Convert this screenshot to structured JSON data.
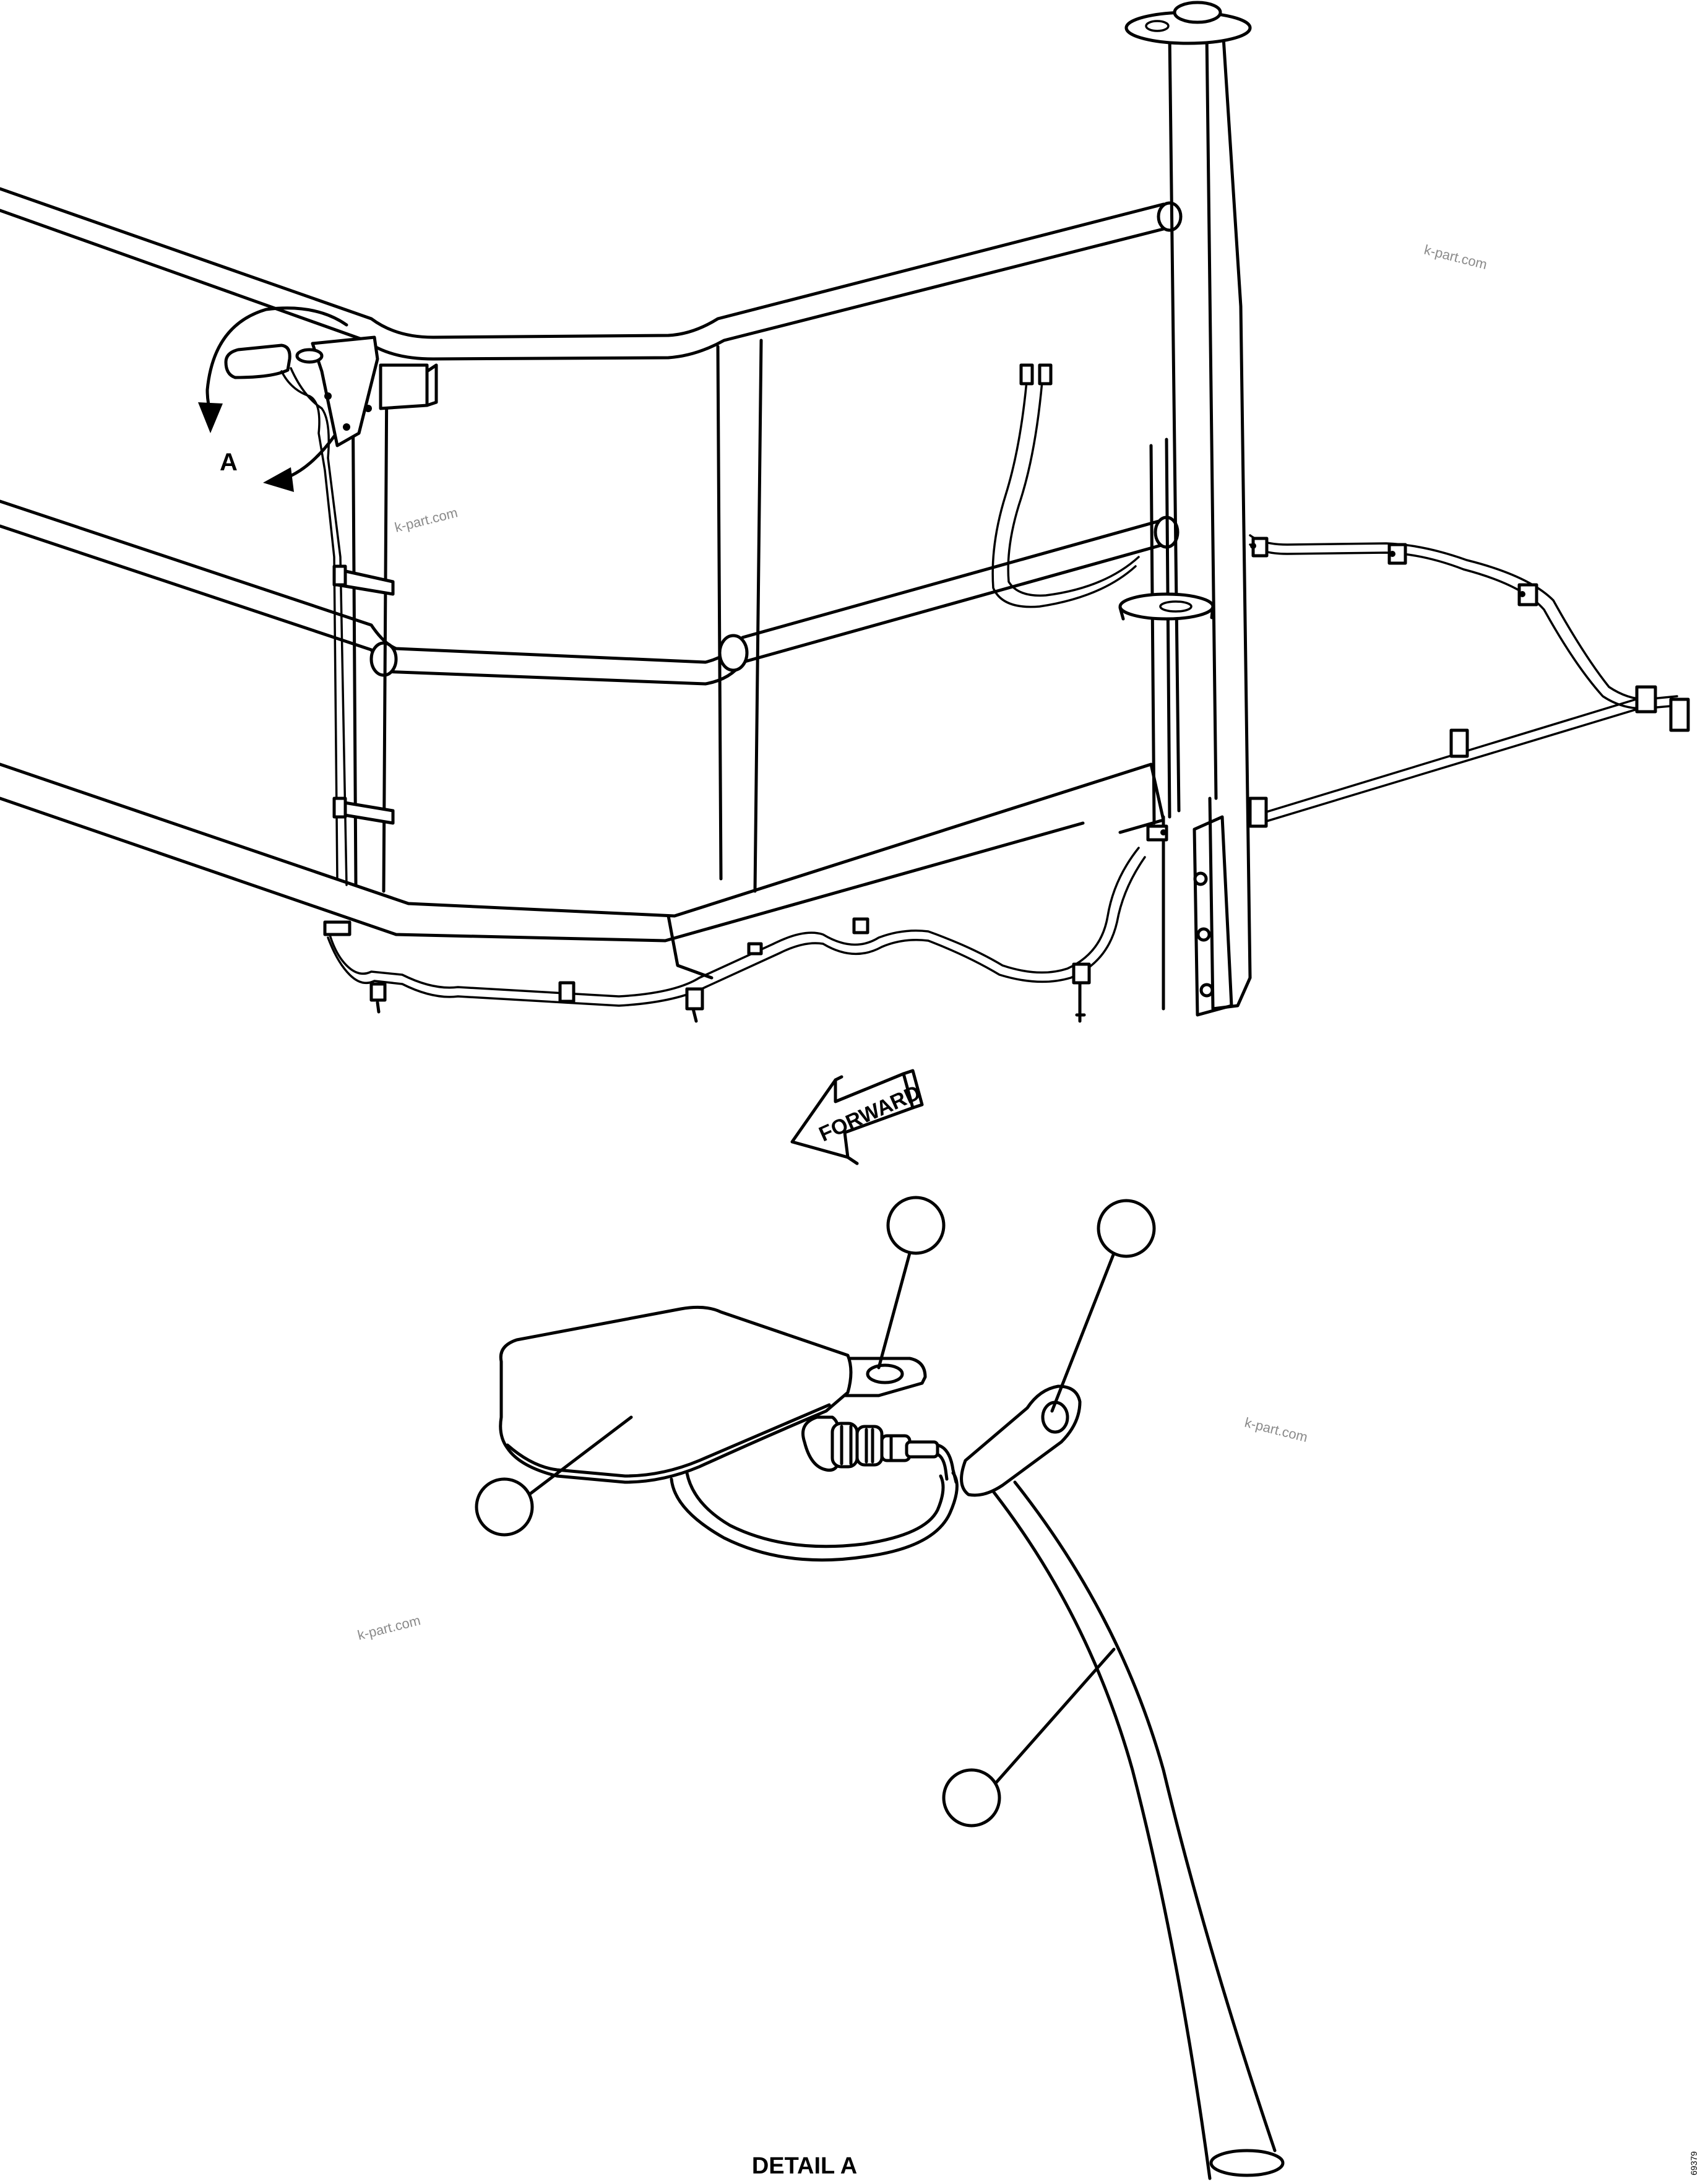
{
  "diagram": {
    "view_label": "A",
    "forward_arrow_label": "FORWARD",
    "detail_caption": "DETAIL A",
    "figure_code": "69379",
    "watermark": "k-part.com",
    "callouts": [
      "",
      "",
      "",
      ""
    ]
  }
}
